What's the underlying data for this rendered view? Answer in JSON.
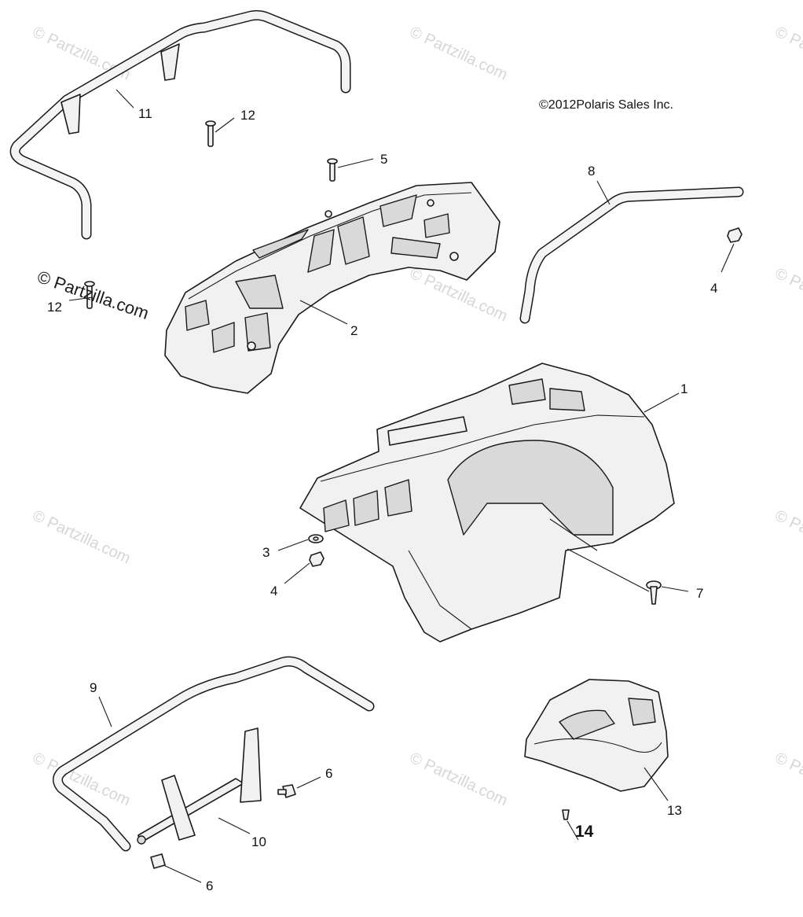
{
  "copyright": "©2012Polaris Sales Inc.",
  "watermark": {
    "text": "© Partzilla.com",
    "overlay_text": "© Partzilla.com"
  },
  "callouts": {
    "c1": "1",
    "c2": "2",
    "c3": "3",
    "c4a": "4",
    "c4b": "4",
    "c5": "5",
    "c6a": "6",
    "c6b": "6",
    "c7": "7",
    "c8": "8",
    "c9": "9",
    "c10": "10",
    "c11": "11",
    "c12a": "12",
    "c12b": "12",
    "c13": "13",
    "c14": "14"
  }
}
